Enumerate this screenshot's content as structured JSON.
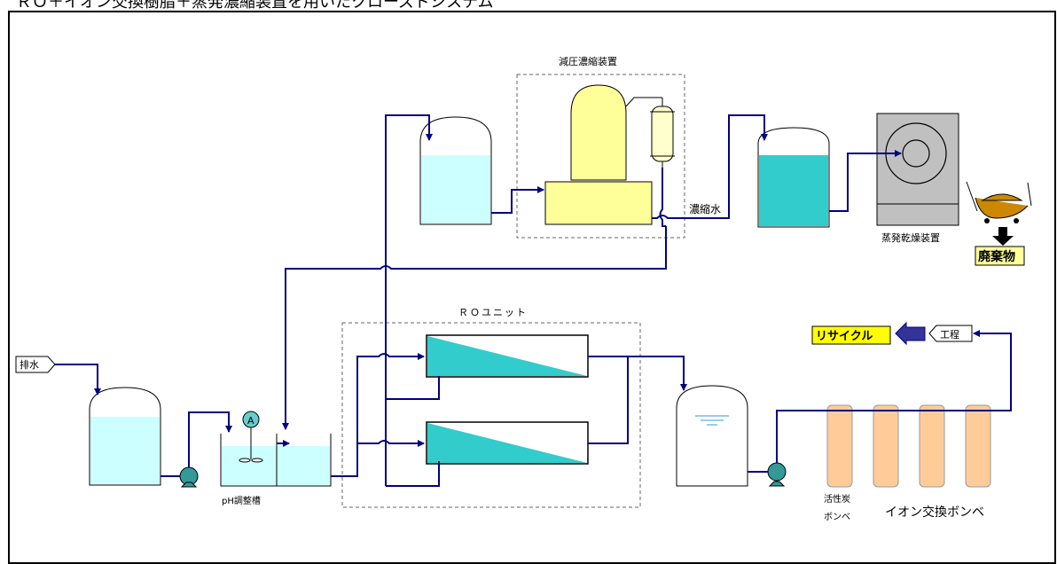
{
  "header": {
    "title": "ＲＯ＋イオン交換樹脂＋蒸発濃縮装置を用いたクローズドシステム"
  },
  "labels": {
    "vacuum_concentrator": "減圧濃縮装置",
    "ro_unit": "ＲＯユニット",
    "concentrated_water": "濃縮水",
    "evaporation_dryer": "蒸発乾燥装置",
    "waste": "廃棄物",
    "wastewater": "排水",
    "ph_tank": "pH調整槽",
    "activated_carbon_line1": "活性炭",
    "activated_carbon_line2": "ボンベ",
    "ion_exchange": "イオン交換ボンベ",
    "process": "工程",
    "recycle": "リサイクル",
    "agitator_mark": "A"
  },
  "colors": {
    "pipe": "#000080",
    "tank_light": "#ccffff",
    "tank_teal": "#33cccc",
    "yellow_box": "#ffff99",
    "yellow_tag": "#ffff00",
    "membrane": "#33cccc",
    "cylinder": "#ffcc99",
    "dryer": "#c0c0c0",
    "waste_cart": "#cc8800"
  }
}
